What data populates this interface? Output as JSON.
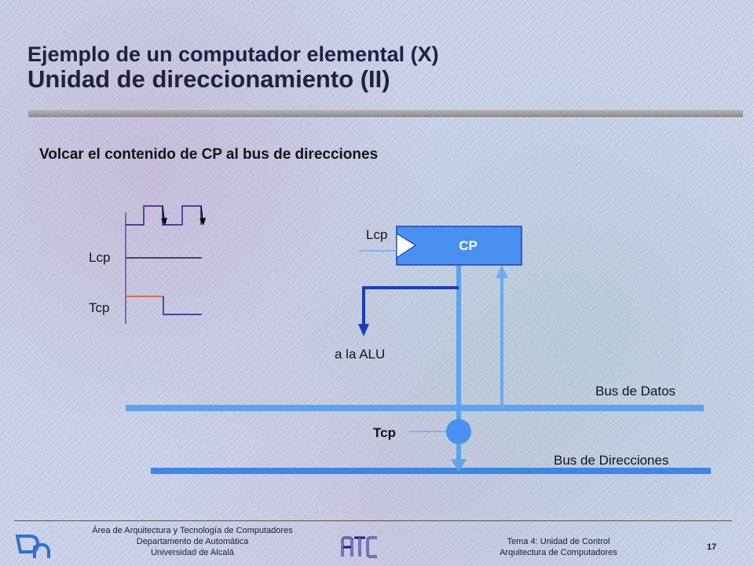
{
  "title": {
    "line1": "Ejemplo de un computador elemental (X)",
    "line2": "Unidad de direccionamiento (II)"
  },
  "subtitle": "Volcar el contenido de CP al bus de direcciones",
  "timing": {
    "signal1": "Lcp",
    "signal2": "Tcp"
  },
  "diagram": {
    "register_label": "CP",
    "load_label": "Lcp",
    "alu_label": "a la ALU",
    "data_bus_label": "Bus de Datos",
    "tri_state_label": "Tcp",
    "address_bus_label": "Bus de Direcciones"
  },
  "colors": {
    "register_fill": "#4a90f0",
    "bus_color": "#5fa2ee",
    "alu_path_color": "#1a3fb4",
    "tcp_trace_color": "#e05020"
  },
  "footer": {
    "left_line1": "Área de Arquitectura y Tecnología de Computadores",
    "left_line2": "Departamento de Automática",
    "left_line3": "Universidad de Alcalá",
    "right_line1": "Tema 4: Unidad de Control",
    "right_line2": "Arquitectura de Computadores",
    "page_number": "17"
  },
  "logos": {
    "left": "dpto-logo",
    "center": "ATC"
  }
}
